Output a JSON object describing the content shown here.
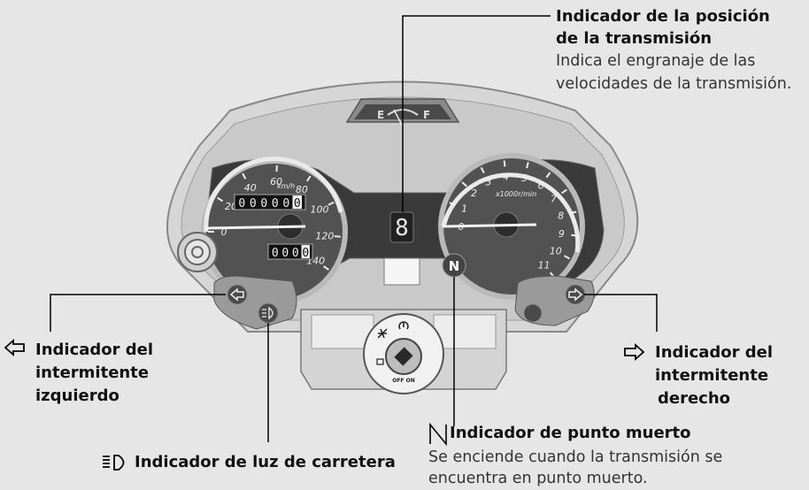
{
  "speedometer": {
    "ticks": [
      "0",
      "20",
      "40",
      "60",
      "80",
      "100",
      "120",
      "140"
    ],
    "unit": "km/h",
    "odometer": [
      "0",
      "0",
      "0",
      "0",
      "0",
      "0"
    ],
    "tripmeter": [
      "0",
      "0",
      "0",
      "0"
    ]
  },
  "tachometer": {
    "ticks": [
      "0",
      "1",
      "2",
      "3",
      "4",
      "5",
      "6",
      "7",
      "8",
      "9",
      "10",
      "11"
    ],
    "unit": "x1000r/min"
  },
  "fuel_gauge": {
    "empty": "E",
    "full": "F"
  },
  "gear_display": "8",
  "neutral_symbol": "N",
  "ignition_text": "OFF ON",
  "callouts": {
    "gear": {
      "title_line1": "Indicador de la posición",
      "title_line2": "de la transmisión",
      "desc_line1": "Indica el engranaje de las",
      "desc_line2": "velocidades de la transmisión."
    },
    "left_turn": {
      "line1": "Indicador del",
      "line2": "intermitente",
      "line3": "izquierdo"
    },
    "right_turn": {
      "line1": "Indicador del",
      "line2": "intermitente",
      "line3": "derecho"
    },
    "neutral": {
      "title": "Indicador de punto muerto",
      "desc_line1": "Se enciende cuando la transmisión se",
      "desc_line2": "encuentra en punto muerto."
    },
    "high_beam": {
      "title": "Indicador de luz de carretera"
    }
  },
  "colors": {
    "bezel": "#d9d9d9",
    "dial": "#505050",
    "panel": "#3a3a3a",
    "needle": "#ffffff",
    "line": "#000000"
  }
}
